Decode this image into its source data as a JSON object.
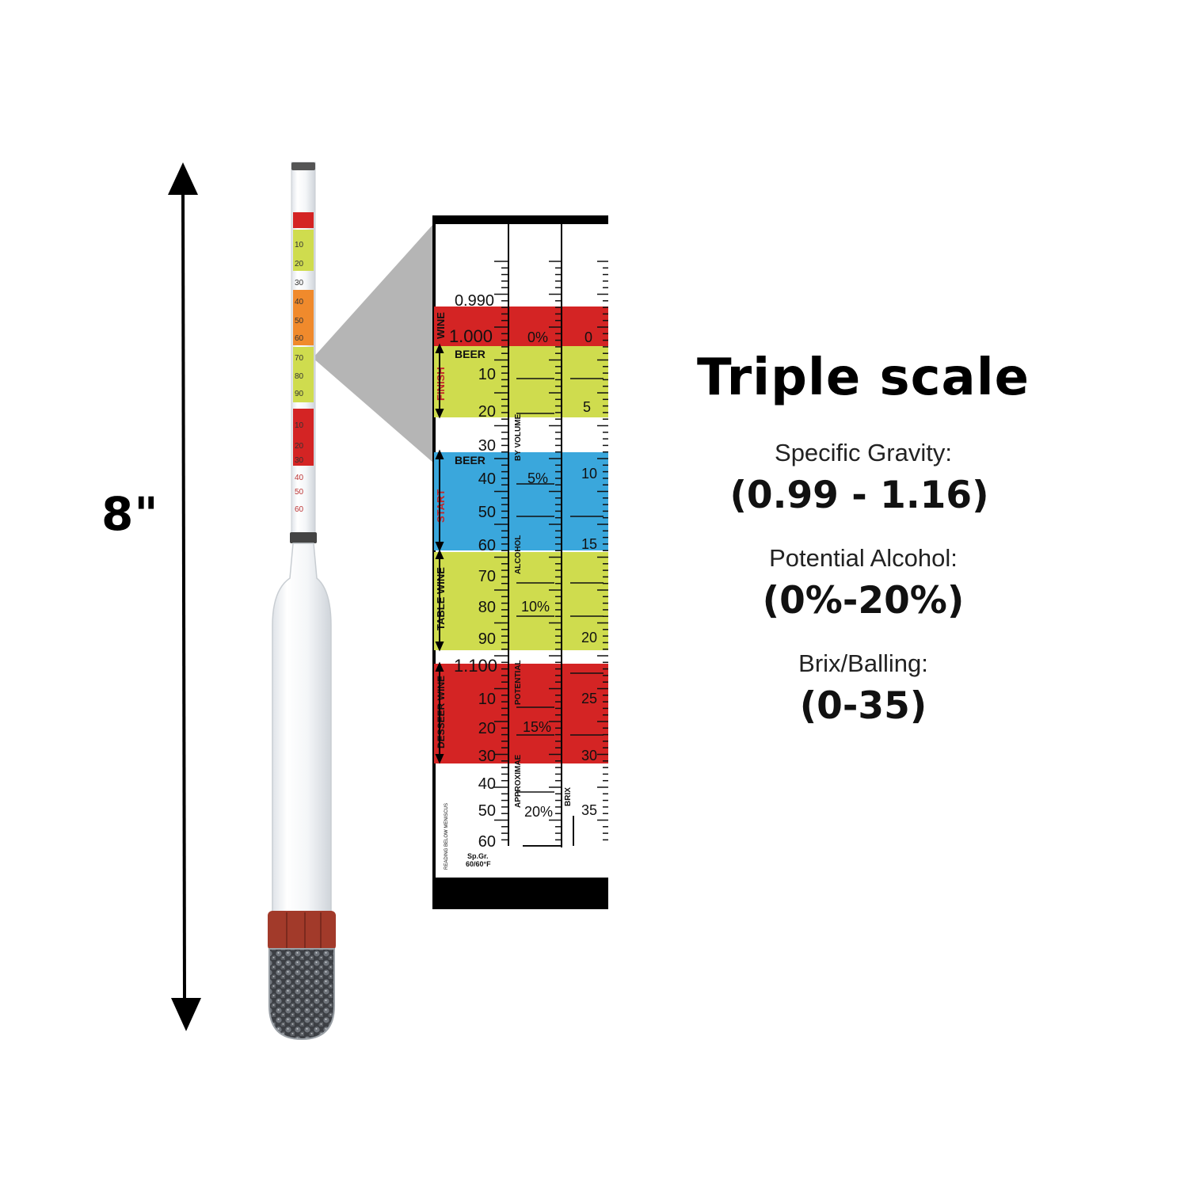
{
  "size_label": "8\"",
  "panel": {
    "title": "Triple scale",
    "specs": [
      {
        "label": "Specific Gravity:",
        "value": "(0.99 - 1.16)"
      },
      {
        "label": "Potential Alcohol:",
        "value": "(0%-20%)"
      },
      {
        "label": "Brix/Balling:",
        "value": "(0-35)"
      }
    ]
  },
  "scale": {
    "gravity_ticks": [
      {
        "id": "sg-0990",
        "text": "0.990"
      },
      {
        "id": "sg-1000",
        "text": "1.000"
      },
      {
        "id": "sg-10a",
        "text": "10"
      },
      {
        "id": "sg-20a",
        "text": "20"
      },
      {
        "id": "sg-30a",
        "text": "30"
      },
      {
        "id": "sg-40a",
        "text": "40"
      },
      {
        "id": "sg-50a",
        "text": "50"
      },
      {
        "id": "sg-60a",
        "text": "60"
      },
      {
        "id": "sg-70",
        "text": "70"
      },
      {
        "id": "sg-80",
        "text": "80"
      },
      {
        "id": "sg-90",
        "text": "90"
      },
      {
        "id": "sg-1100",
        "text": "1.100"
      },
      {
        "id": "sg-10b",
        "text": "10"
      },
      {
        "id": "sg-20b",
        "text": "20"
      },
      {
        "id": "sg-30b",
        "text": "30"
      },
      {
        "id": "sg-40b",
        "text": "40"
      },
      {
        "id": "sg-50b",
        "text": "50"
      },
      {
        "id": "sg-60b",
        "text": "60"
      }
    ],
    "alcohol_ticks": [
      "0%",
      "5%",
      "10%",
      "15%",
      "20%"
    ],
    "brix_ticks": [
      "0",
      "5",
      "10",
      "15",
      "20",
      "25",
      "30",
      "35"
    ],
    "range_labels": {
      "beer_finish": "BEER",
      "beer_start": "BEER",
      "wine": "WINE",
      "finish": "FINISH",
      "start": "START",
      "table_wine": "TABLE WINE",
      "dessert_wine": "DESSEER WINE"
    },
    "column_labels": {
      "by_volume": "BY VOLUME",
      "alcohol": "ALCOHOL",
      "potential": "POTENTIAL",
      "approximate": "APPROXIMAE",
      "brix": "BRIX",
      "reading_note": "READING BELOW MENISCUS",
      "sp_gr": "Sp.Gr.",
      "temp": "60/60°F"
    },
    "tube_numbers": [
      "10",
      "20",
      "30",
      "40",
      "50",
      "60",
      "70",
      "80",
      "90",
      "10",
      "20",
      "30",
      "40",
      "50",
      "60"
    ]
  },
  "colors": {
    "red": "#d42424",
    "yellow": "#cfdc4e",
    "blue": "#3aa7dc",
    "orange": "#f08a2c",
    "callout_gray": "#b5b5b5",
    "weight_cap": "#a23a2a"
  }
}
